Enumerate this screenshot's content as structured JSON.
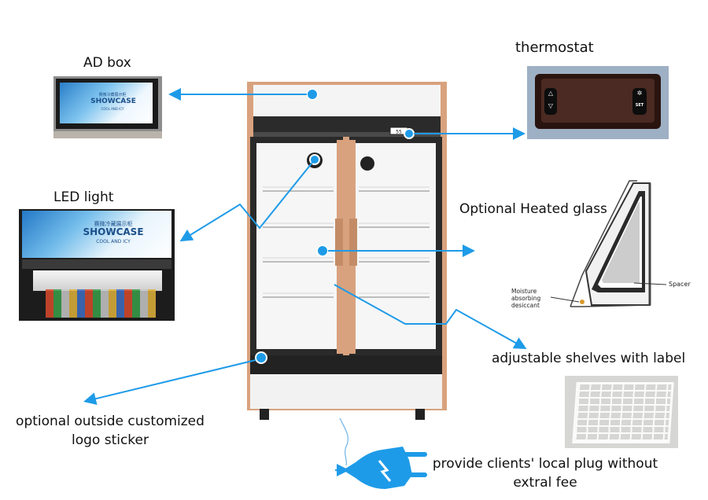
{
  "labels": {
    "ad_box": "AD box",
    "thermostat": "thermostat",
    "led_light": "LED light",
    "heated_glass": "Optional Heated glass",
    "adjustable_shelves": "adjustable shelves with label",
    "logo_sticker": "optional outside customized logo sticker",
    "plug": "provide clients' local plug without extral fee"
  },
  "ad_box_photo": {
    "brand_small": "赛微冷藏展示柜",
    "brand": "SHOWCASE",
    "tagline": "COOL AND ICY"
  },
  "led_photo": {
    "brand_small": "赛微冷藏展示柜",
    "brand": "SHOWCASE",
    "tagline": "COOL AND ICY"
  },
  "thermostat_photo": {
    "set_key": "SET"
  },
  "glass_diagram": {
    "moisture_label": "Moisture absorbing desiccant",
    "spacer_label": "Spacer"
  },
  "fridge": {
    "display_text": "55"
  },
  "colors": {
    "arrow": "#1e9be8",
    "frame_gold": "#d8a27e",
    "panel": "#f4f4f4"
  },
  "icons": [
    "plug-icon",
    "arrow-icon"
  ]
}
